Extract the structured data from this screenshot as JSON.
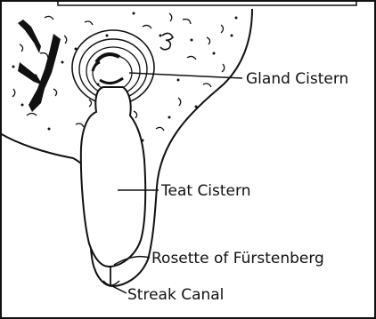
{
  "labels": {
    "gland_cistern": "Gland Cistern",
    "teat_cistern": "Teat Cistern",
    "rosette": "Rosette of Fürstenberg",
    "streak_canal": "Streak Canal"
  },
  "colors": {
    "ink": "#111111",
    "background": "#ffffff"
  }
}
